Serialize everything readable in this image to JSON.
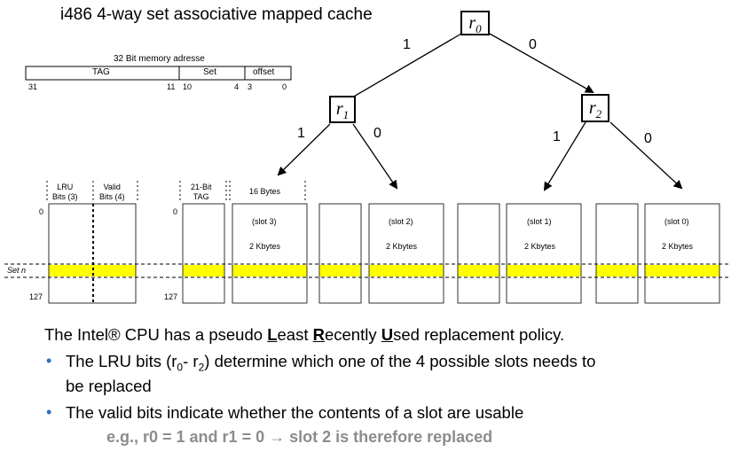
{
  "title": "i486 4-way set associative mapped cache",
  "address": {
    "heading": "32 Bit memory adresse",
    "fields": {
      "tag": "TAG",
      "set": "Set",
      "offset": "offset"
    },
    "bits": {
      "b31": "31",
      "b11": "11",
      "b10": "10",
      "b4": "4",
      "b3": "3",
      "b0": "0"
    }
  },
  "tree": {
    "root": {
      "symbol": "r",
      "sub": "0"
    },
    "left": {
      "symbol": "r",
      "sub": "1"
    },
    "right": {
      "symbol": "r",
      "sub": "2"
    },
    "edge_labels": {
      "root_left": "1",
      "root_right": "0",
      "r1_left": "1",
      "r1_right": "0",
      "r2_left": "1",
      "r2_right": "0"
    }
  },
  "cache": {
    "lru_bits": "LRU\nBits (3)",
    "valid_bits": "Valid\nBits (4)",
    "tag_label": "21-Bit\nTAG",
    "bytes_label": "16 Bytes",
    "row_first": "0",
    "row_last": "127",
    "set_label": "Set n",
    "slots": [
      {
        "name": "(slot 3)",
        "size": "2 Kbytes"
      },
      {
        "name": "(slot 2)",
        "size": "2 Kbytes"
      },
      {
        "name": "(slot 1)",
        "size": "2 Kbytes"
      },
      {
        "name": "(slot 0)",
        "size": "2 Kbytes"
      }
    ],
    "highlight_color": "#ffff00"
  },
  "text": {
    "line1_pre": "The Intel® CPU has a pseudo ",
    "L": "L",
    "east": "east ",
    "R": "R",
    "ecently": "ecently ",
    "U": "U",
    "sed": "sed replacement policy.",
    "bullet1_pre": "The LRU bits (r",
    "sub0": "0",
    "mid": "- r",
    "sub2": "2",
    "bullet1_post": ") determine which one of the 4 possible slots needs to",
    "bullet1_cont": "be replaced",
    "bullet2": "The valid bits indicate whether the contents of a slot are usable",
    "example": "e.g., r0 = 1 and r1 = 0 → slot 2 is therefore replaced"
  }
}
